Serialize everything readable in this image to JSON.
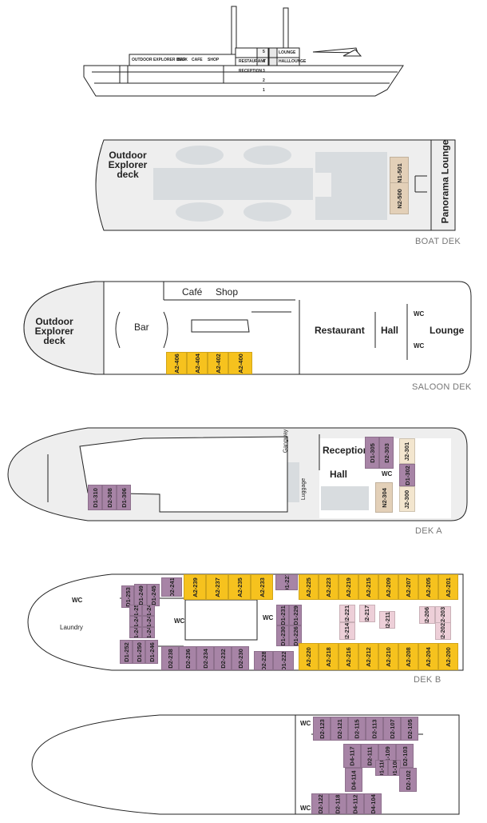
{
  "profile": {
    "deck_labels": [
      "OUTDOOR EXPLORER DECK",
      "BAR",
      "CAFE",
      "SHOP",
      "RESTAURANT",
      "RECEPTION",
      "LOUNGE",
      "HALL",
      "LOUNGE"
    ],
    "deck_numbers": [
      "5",
      "4",
      "3",
      "2",
      "1"
    ]
  },
  "boat_dek": {
    "caption": "BOAT DEK",
    "outdoor_label": "Outdoor Explorer deck",
    "panorama_label": "Panorama Lounge",
    "cabins": [
      "N1-501",
      "N2-500"
    ]
  },
  "saloon_dek": {
    "caption": "SALOON DEK",
    "outdoor_label": "Outdoor Explorer deck",
    "bar": "Bar",
    "cafe": "Café",
    "shop": "Shop",
    "restaurant": "Restaurant",
    "hall": "Hall",
    "lounge": "Lounge",
    "wc_top": "WC",
    "wc_bottom": "WC",
    "cabins": [
      "A2-406",
      "A2-404",
      "A2-402",
      "A2-400"
    ]
  },
  "dek_a": {
    "caption": "DEK A",
    "reception": "Reception",
    "hall": "Hall",
    "wc": "WC",
    "gangway": "Gangway",
    "luggage": "Luggage",
    "cabins_left": [
      "D1-310",
      "D2-308",
      "D1-306"
    ],
    "cabins_right_top": [
      "D1-305",
      "D2-303"
    ],
    "cabin_j2_301": "J2-301",
    "cabin_d1_302": "D1-302",
    "cabin_j2_300": "J2-300",
    "cabin_n2_304": "N2-304"
  },
  "dek_b": {
    "caption": "DEK B",
    "wc_laundry": "WC",
    "laundry": "Laundry",
    "wc_mid": "WC",
    "wc_center": "WC",
    "top_cabins_left": [
      "D1-253",
      "D1-249",
      "D1-245",
      "D2-241"
    ],
    "top_cabins_yellow_a": [
      "A2-239",
      "A2-237",
      "A2-235",
      "A2-233"
    ],
    "top_cabin_purple": "D1-227",
    "top_cabins_yellow_b": [
      "A2-225",
      "A2-223",
      "A2-219",
      "A2-215",
      "A2-209",
      "A2-207",
      "A2-205",
      "A2-201"
    ],
    "mid_cabins": [
      "D1-251",
      "D1-248",
      "D1-247",
      "D1-244",
      "D1-243",
      "D1-240"
    ],
    "mid_cabins_center": [
      "D1-231",
      "D1-229",
      "D1-230",
      "D1-226"
    ],
    "light_cabins": [
      "I2-221",
      "I2-217",
      "I2-214",
      "I2-211",
      "I2-206",
      "I2-203",
      "I2-202"
    ],
    "bottom_cabins_left": [
      "D1-252",
      "D1-250",
      "D1-246",
      "D2-238",
      "D2-236",
      "D2-234",
      "D2-232",
      "D2-230"
    ],
    "bottom_cabins_pair": [
      "D2-228",
      "D1-222"
    ],
    "bottom_cabins_yellow": [
      "A2-220",
      "A2-218",
      "A2-216",
      "A2-212",
      "A2-210",
      "A2-208",
      "A2-204",
      "A2-200"
    ]
  },
  "dek_c": {
    "wc_top": "WC",
    "wc_bottom": "WC",
    "top_cabins": [
      "D2-123",
      "D2-121",
      "D2-115",
      "D2-113",
      "D2-107",
      "D2-105"
    ],
    "mid_cabins": [
      "D4-117",
      "D2-111",
      "D1-109",
      "D2-103"
    ],
    "mid_small": [
      "D1-110",
      "D1-108"
    ],
    "lower_cabins": [
      "D4-114",
      "D2-102"
    ],
    "bottom_cabins": [
      "D2-122",
      "D2-118",
      "D4-112",
      "D4-104"
    ]
  },
  "colors": {
    "yellow": "#f6c21e",
    "purple": "#a784a6",
    "pink": "#edcfd8",
    "tan": "#e3d0b8",
    "deck_grey": "#eeeeee",
    "room_grey": "#d8dcdf"
  }
}
